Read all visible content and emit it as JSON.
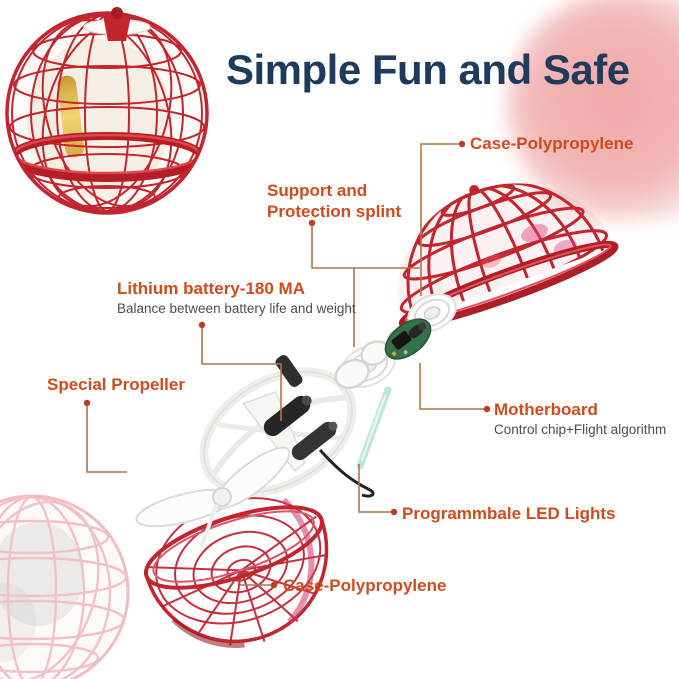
{
  "title": {
    "text": "Simple Fun and Safe",
    "color": "#1e3a5c"
  },
  "callouts": [
    {
      "id": "case-top",
      "label": "Case-Polypropylene"
    },
    {
      "id": "support",
      "label": "Support and Protection splint"
    },
    {
      "id": "lithium",
      "label": "Lithium battery-180 MA",
      "sublabel": "Balance between battery life and weight"
    },
    {
      "id": "propeller",
      "label": "Special Propeller"
    },
    {
      "id": "motherboard",
      "label": "Motherboard",
      "sublabel": "Control chip+Flight algorithm"
    },
    {
      "id": "led",
      "label": "Programmbale LED Lights"
    },
    {
      "id": "case-bottom",
      "label": "Case-Polypropylene"
    }
  ],
  "colors": {
    "title_navy": "#1e3a5c",
    "label_orange": "#d04b1e",
    "sublabel_gray": "#4d4d4d",
    "product_red": "#c3252e",
    "callout_line": "#b5714a",
    "callout_dot": "#bd3b20",
    "pcb_green": "#35714b",
    "led_mint": "#bce7d2",
    "battery_black": "#262626",
    "gold_led": "#e3b94f"
  }
}
